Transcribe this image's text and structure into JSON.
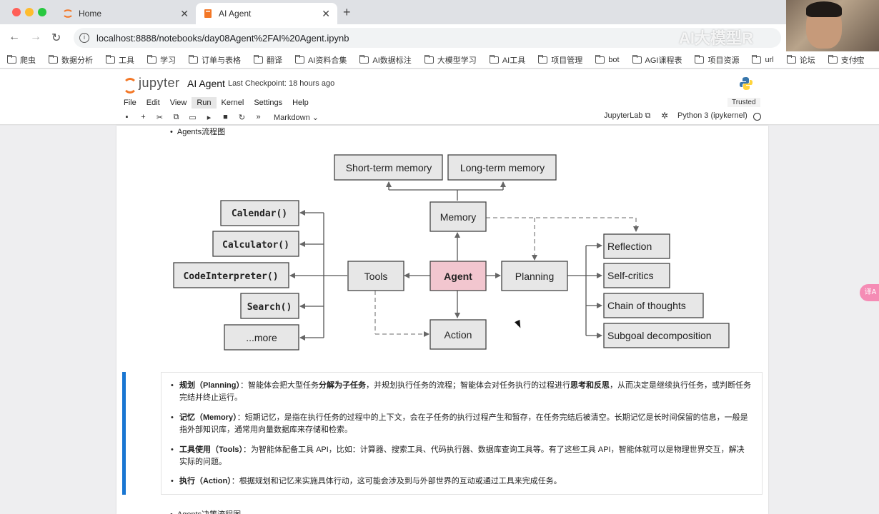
{
  "browser": {
    "tabs": [
      {
        "label": "Home"
      },
      {
        "label": "AI Agent"
      }
    ],
    "url": "localhost:8888/notebooks/day08Agent%2FAI%20Agent.ipynb",
    "watermark": "AI大模型R",
    "bookmarks": [
      "爬虫",
      "数据分析",
      "工具",
      "学习",
      "订单与表格",
      "翻译",
      "AI资料合集",
      "AI数据标注",
      "大模型学习",
      "AI工具",
      "项目管理",
      "bot",
      "AGI课程表",
      "项目资源",
      "url",
      "论坛",
      "支付宝"
    ]
  },
  "jupyter": {
    "logo": "jupyter",
    "title": "AI Agent",
    "checkpoint": "Last Checkpoint: 18 hours ago",
    "menu": [
      "File",
      "Edit",
      "View",
      "Run",
      "Kernel",
      "Settings",
      "Help"
    ],
    "trusted": "Trusted",
    "cell_type": "Markdown",
    "jupyterlab": "JupyterLab",
    "kernel": "Python 3 (ipykernel)"
  },
  "notebook": {
    "bullet_top": "Agents流程图",
    "bullet_bottom": "Agents决策流程图",
    "diagram": {
      "memory_types": [
        "Short-term memory",
        "Long-term memory"
      ],
      "memory": "Memory",
      "agent": "Agent",
      "tools": "Tools",
      "planning": "Planning",
      "action": "Action",
      "tool_items": [
        "Calendar()",
        "Calculator()",
        "CodeInterpreter()",
        "Search()",
        "...more"
      ],
      "planning_items": [
        "Reflection",
        "Self-critics",
        "Chain of thoughts",
        "Subgoal decomposition"
      ],
      "agent_color": "#f2c6cf"
    },
    "explanations": [
      {
        "term": "规划（Planning）",
        "text_parts": [
          "：智能体会把大型任务",
          "分解为子任务",
          "，并规划执行任务的流程；智能体会对任务执行的过程进行",
          "思考和反思",
          "，从而决定是继续执行任务，或判断任务完结并终止运行。"
        ]
      },
      {
        "term": "记忆（Memory）",
        "text": "：短期记忆，是指在执行任务的过程中的上下文，会在子任务的执行过程产生和暂存，在任务完结后被清空。长期记忆是长时间保留的信息，一般是指外部知识库，通常用向量数据库来存储和检索。"
      },
      {
        "term": "工具使用（Tools）",
        "text": "：为智能体配备工具 API，比如：计算器、搜索工具、代码执行器、数据库查询工具等。有了这些工具 API，智能体就可以是物理世界交互，解决实际的问题。"
      },
      {
        "term": "执行（Action）",
        "text": "：根据规划和记忆来实施具体行动，这可能会涉及到与外部世界的互动或通过工具来完成任务。"
      }
    ]
  }
}
